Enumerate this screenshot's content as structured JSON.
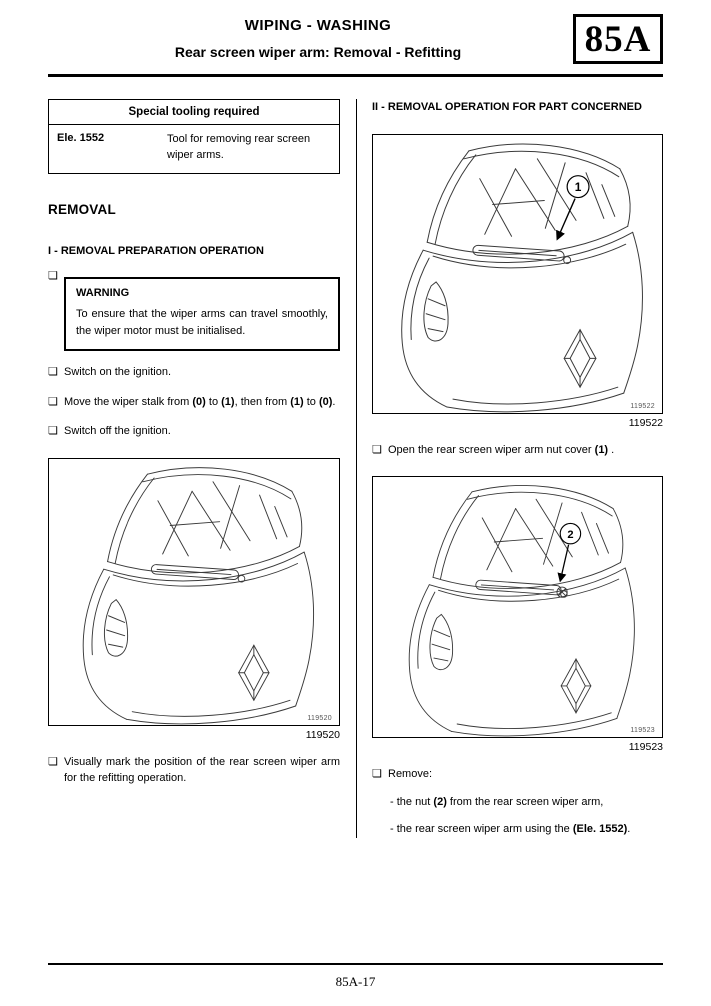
{
  "icons": {
    "bullet": "❏"
  },
  "header": {
    "title": "WIPING - WASHING",
    "subtitle": "Rear screen wiper arm: Removal - Refitting",
    "section_code": "85A"
  },
  "left_column": {
    "tooling_table": {
      "header": "Special tooling required",
      "rows": [
        {
          "code": "Ele. 1552",
          "description": "Tool for removing rear screen wiper arms."
        }
      ]
    },
    "removal_heading": "REMOVAL",
    "prep_heading": "I - REMOVAL PREPARATION OPERATION",
    "warning": {
      "title": "WARNING",
      "body": "To ensure that the wiper arms can travel smoothly, the wiper motor must be initialised."
    },
    "bullets": [
      "Switch on the ignition.",
      "Move the wiper stalk from **(0)** to **(1)**, then from **(1)** to **(0)**.",
      "Switch off the ignition."
    ],
    "figure": {
      "inner_id": "119520",
      "caption": "119520"
    },
    "mark_bullet": "Visually mark the position of the rear screen wiper arm for the refitting operation."
  },
  "right_column": {
    "heading": "II - REMOVAL OPERATION FOR PART CONCERNED",
    "figure_1": {
      "inner_id": "119522",
      "caption": "119522",
      "callout": "1"
    },
    "open_bullet": "Open the rear screen wiper arm nut cover **(1)** .",
    "figure_2": {
      "inner_id": "119523",
      "caption": "119523",
      "callout": "2"
    },
    "remove_bullet": "Remove:",
    "remove_items": [
      "- the nut **(2)** from the rear screen wiper arm,",
      "- the rear screen wiper arm using the **(Ele. 1552)**."
    ]
  },
  "footer": {
    "page_number": "85A-17"
  }
}
